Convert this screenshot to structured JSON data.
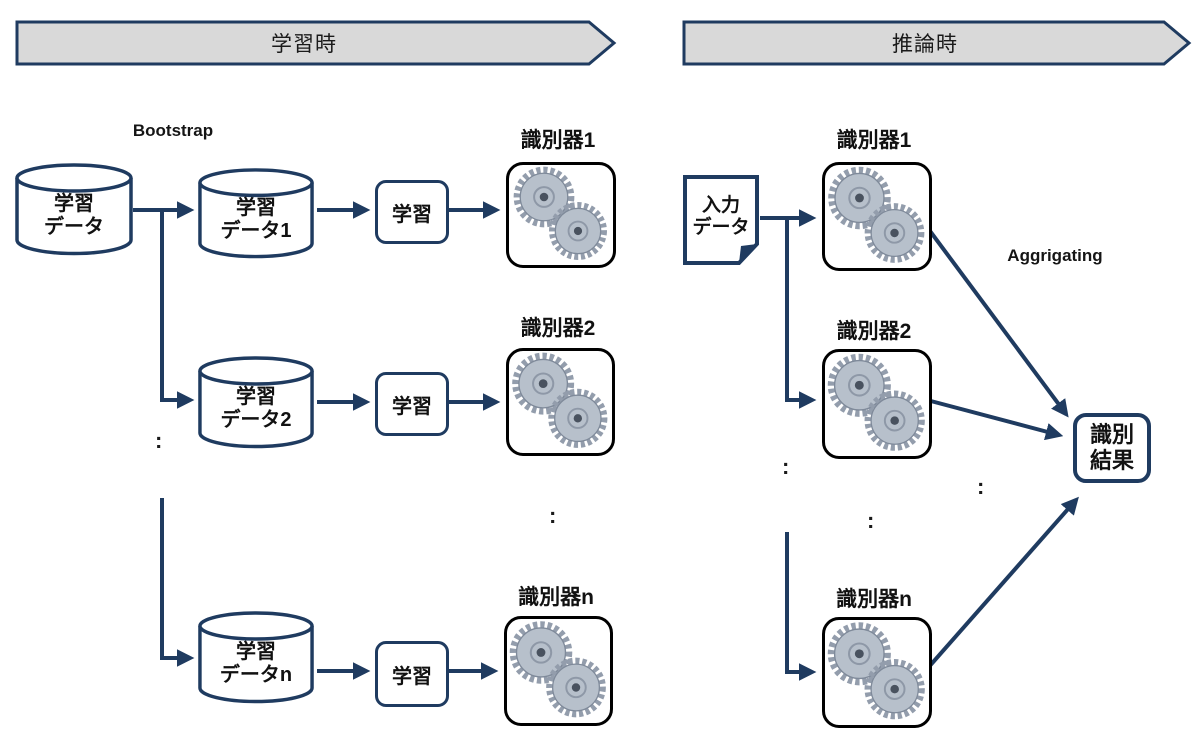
{
  "colors": {
    "navy": "#1f3b60",
    "banner_fill": "#d9d9d9",
    "box_border": "#000000",
    "gear_body": "#b7c0cb",
    "gear_teeth": "#939dac",
    "gear_dot": "#49525f",
    "text": "#111111"
  },
  "banners": {
    "training": "学習時",
    "inference": "推論時"
  },
  "training": {
    "bootstrap_label": "Bootstrap",
    "source_db": {
      "line1": "学習",
      "line2": "データ"
    },
    "rows": [
      {
        "db_line1": "学習",
        "db_line2": "データ1",
        "learn_label": "学習",
        "classifier_label": "識別器1"
      },
      {
        "db_line1": "学習",
        "db_line2": "データ2",
        "learn_label": "学習",
        "classifier_label": "識別器2"
      },
      {
        "db_line1": "学習",
        "db_line2": "データn",
        "learn_label": "学習",
        "classifier_label": "識別器n"
      }
    ],
    "ellipsis": ":"
  },
  "inference": {
    "input_doc": {
      "line1": "入力",
      "line2": "データ"
    },
    "classifier_labels": [
      "識別器1",
      "識別器2",
      "識別器n"
    ],
    "aggregating_label": "Aggrigating",
    "result": {
      "line1": "識別",
      "line2": "結果"
    },
    "ellipsis": ":"
  }
}
